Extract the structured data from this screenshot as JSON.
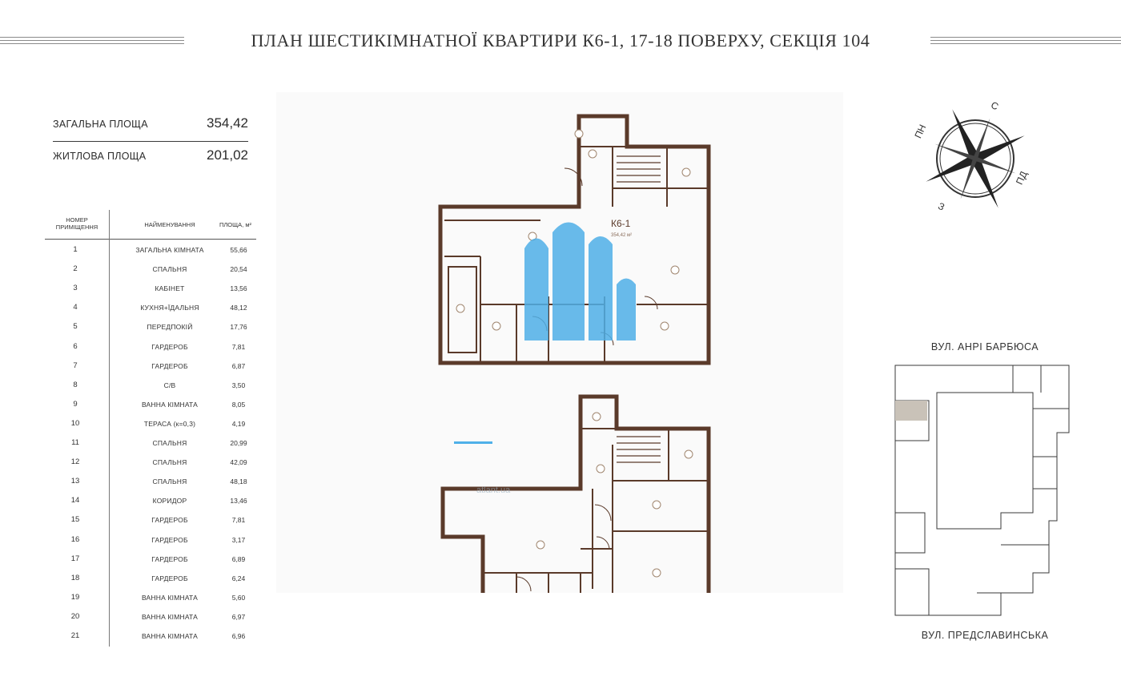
{
  "title": "ПЛАН ШЕСТИКІМНАТНОЇ  КВАРТИРИ К6-1, 17-18 ПОВЕРХУ, СЕКЦІЯ 104",
  "areas": {
    "total_label": "ЗАГАЛЬНА ПЛОЩА",
    "total_value": "354,42",
    "living_label": "ЖИТЛОВА ПЛОЩА",
    "living_value": "201,02"
  },
  "table": {
    "col_number_line1": "НОМЕР",
    "col_number_line2": "ПРИМІЩЕННЯ",
    "col_name": "НАЙМЕНУВАННЯ",
    "col_area": "ПЛОЩА, м²",
    "rows": [
      {
        "n": "1",
        "name": "ЗАГАЛЬНА КІМНАТА",
        "area": "55,66"
      },
      {
        "n": "2",
        "name": "СПАЛЬНЯ",
        "area": "20,54"
      },
      {
        "n": "3",
        "name": "КАБІНЕТ",
        "area": "13,56"
      },
      {
        "n": "4",
        "name": "КУХНЯ+ЇДАЛЬНЯ",
        "area": "48,12"
      },
      {
        "n": "5",
        "name": "ПЕРЕДПОКІЙ",
        "area": "17,76"
      },
      {
        "n": "6",
        "name": "ГАРДЕРОБ",
        "area": "7,81"
      },
      {
        "n": "7",
        "name": "ГАРДЕРОБ",
        "area": "6,87"
      },
      {
        "n": "8",
        "name": "С/В",
        "area": "3,50"
      },
      {
        "n": "9",
        "name": "ВАННА КІМНАТА",
        "area": "8,05"
      },
      {
        "n": "10",
        "name": "ТЕРАСА (к=0,3)",
        "area": "4,19"
      },
      {
        "n": "11",
        "name": "СПАЛЬНЯ",
        "area": "20,99"
      },
      {
        "n": "12",
        "name": "СПАЛЬНЯ",
        "area": "42,09"
      },
      {
        "n": "13",
        "name": "СПАЛЬНЯ",
        "area": "48,18"
      },
      {
        "n": "14",
        "name": "КОРИДОР",
        "area": "13,46"
      },
      {
        "n": "15",
        "name": "ГАРДЕРОБ",
        "area": "7,81"
      },
      {
        "n": "16",
        "name": "ГАРДЕРОБ",
        "area": "3,17"
      },
      {
        "n": "17",
        "name": "ГАРДЕРОБ",
        "area": "6,89"
      },
      {
        "n": "18",
        "name": "ГАРДЕРОБ",
        "area": "6,24"
      },
      {
        "n": "19",
        "name": "ВАННА КІМНАТА",
        "area": "5,60"
      },
      {
        "n": "20",
        "name": "ВАННА КІМНАТА",
        "area": "6,97"
      },
      {
        "n": "21",
        "name": "ВАННА КІМНАТА",
        "area": "6,96"
      }
    ]
  },
  "plan": {
    "unit_label": "К6-1",
    "unit_area": "354,42 м²",
    "watermark_text": "atlant.ua",
    "wall_color": "#5a3a2a",
    "watermark_color": "#4fb0e8"
  },
  "compass": {
    "n": "ПН",
    "e": "С",
    "s": "ПД",
    "w": "З"
  },
  "site": {
    "street_top": "ВУЛ. АНРІ БАРБЮСА",
    "street_bottom": "ВУЛ. ПРЕДСЛАВИНСЬКА",
    "highlight_color": "#c9c2b8"
  }
}
